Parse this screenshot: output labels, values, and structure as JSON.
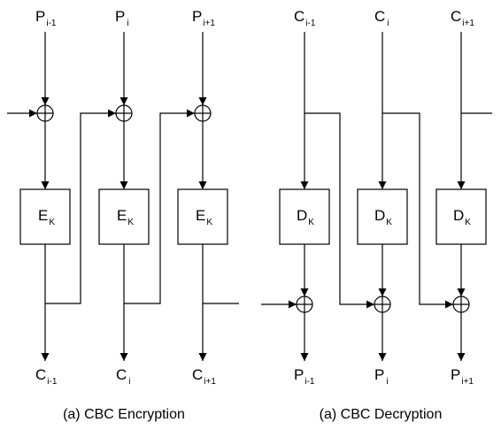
{
  "encryption": {
    "caption": "(a) CBC Encryption",
    "inputs": [
      {
        "main": "P",
        "sub": "i-1"
      },
      {
        "main": "P",
        "sub": "i"
      },
      {
        "main": "P",
        "sub": "i+1"
      }
    ],
    "blocks": [
      {
        "main": "E",
        "sub": "K"
      },
      {
        "main": "E",
        "sub": "K"
      },
      {
        "main": "E",
        "sub": "K"
      }
    ],
    "outputs": [
      {
        "main": "C",
        "sub": "i-1"
      },
      {
        "main": "C",
        "sub": "i"
      },
      {
        "main": "C",
        "sub": "i+1"
      }
    ]
  },
  "decryption": {
    "caption": "(a) CBC Decryption",
    "inputs": [
      {
        "main": "C",
        "sub": "i-1"
      },
      {
        "main": "C",
        "sub": "i"
      },
      {
        "main": "C",
        "sub": "i+1"
      }
    ],
    "blocks": [
      {
        "main": "D",
        "sub": "K"
      },
      {
        "main": "D",
        "sub": "K"
      },
      {
        "main": "D",
        "sub": "K"
      }
    ],
    "outputs": [
      {
        "main": "P",
        "sub": "i-1"
      },
      {
        "main": "P",
        "sub": "i"
      },
      {
        "main": "P",
        "sub": "i+1"
      }
    ]
  }
}
